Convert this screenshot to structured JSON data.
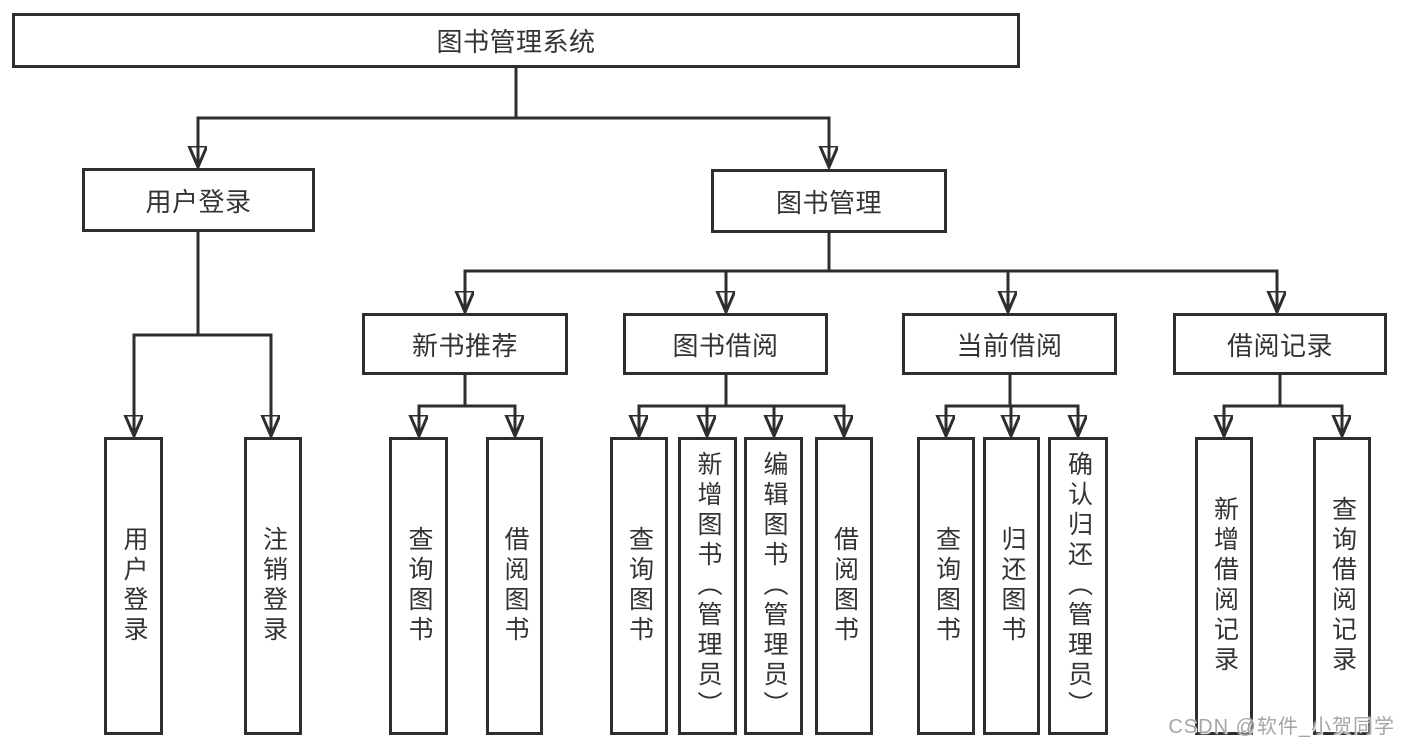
{
  "diagram": {
    "root": {
      "label": "图书管理系统"
    },
    "branches": [
      {
        "label": "用户登录",
        "children": [
          {
            "label": "用户登录"
          },
          {
            "label": "注销登录"
          }
        ]
      },
      {
        "label": "图书管理",
        "children": [
          {
            "label": "新书推荐",
            "children": [
              {
                "label": "查询图书"
              },
              {
                "label": "借阅图书"
              }
            ]
          },
          {
            "label": "图书借阅",
            "children": [
              {
                "label": "查询图书"
              },
              {
                "label": "新增图书（管理员）"
              },
              {
                "label": "编辑图书（管理员）"
              },
              {
                "label": "借阅图书"
              }
            ]
          },
          {
            "label": "当前借阅",
            "children": [
              {
                "label": "查询图书"
              },
              {
                "label": "归还图书"
              },
              {
                "label": "确认归还（管理员）"
              }
            ]
          },
          {
            "label": "借阅记录",
            "children": [
              {
                "label": "新增借阅记录"
              },
              {
                "label": "查询借阅记录"
              }
            ]
          }
        ]
      }
    ]
  },
  "watermark": {
    "text": "CSDN @软件_小贺同学"
  },
  "colors": {
    "line": "#2e2e2e",
    "text": "#333333",
    "box_background": "#ffffff",
    "page_background": "#ffffff",
    "watermark": "#a5a5a5"
  }
}
